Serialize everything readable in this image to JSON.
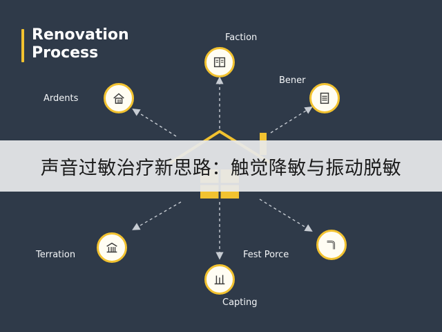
{
  "diagram": {
    "title": "Renovation\nProcess",
    "center_icon": "house-icon",
    "accent_color": "#f2c230",
    "background_color": "#2f3a49",
    "nodes": [
      {
        "label": "Faction",
        "icon": "document-icon"
      },
      {
        "label": "Bener",
        "icon": "list-icon"
      },
      {
        "label": "Ardents",
        "icon": "house-outline-icon"
      },
      {
        "label": "Terration",
        "icon": "building-icon"
      },
      {
        "label": "Fest Porce",
        "icon": "pipe-icon"
      },
      {
        "label": "Capting",
        "icon": "tools-icon"
      }
    ]
  },
  "banner": {
    "text": "声音过敏治疗新思路：触觉降敏与振动脱敏"
  }
}
